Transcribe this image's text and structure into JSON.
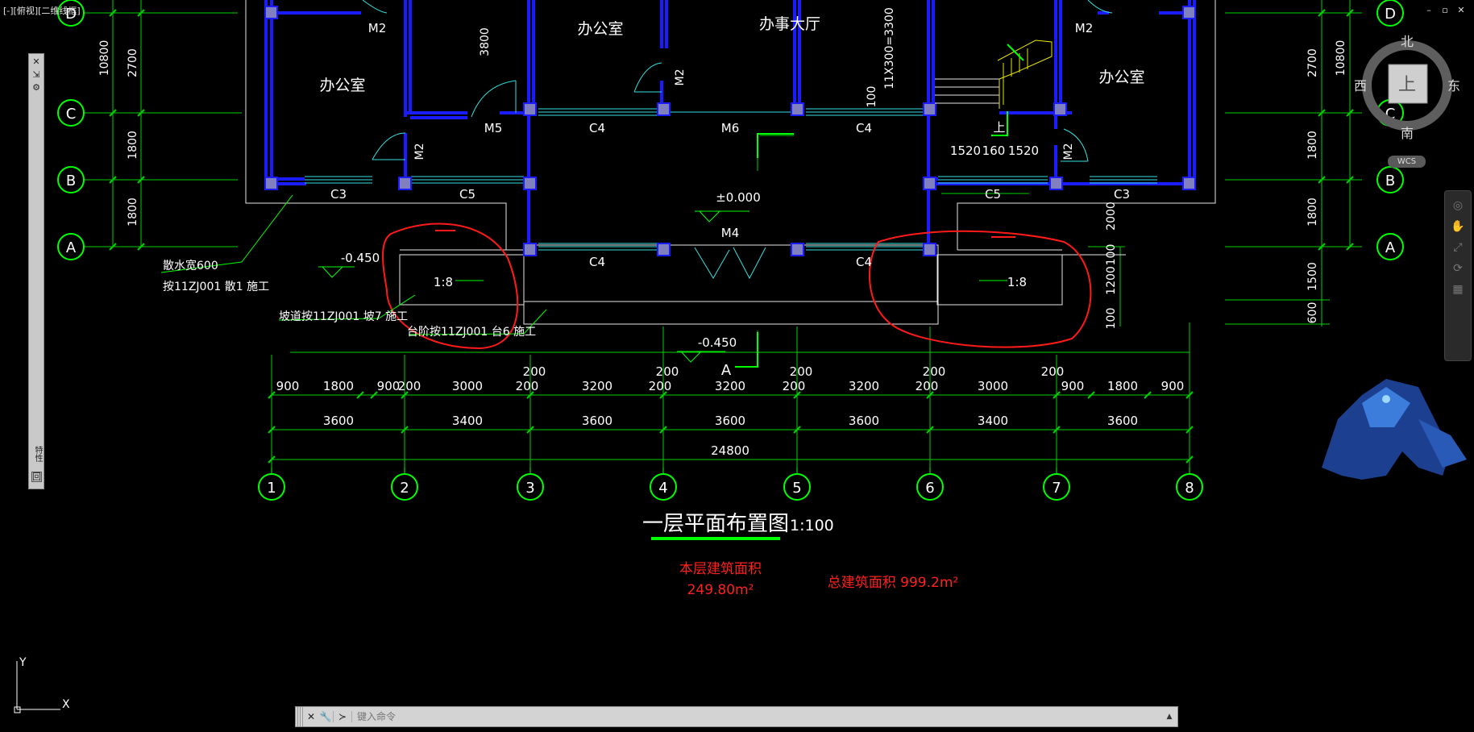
{
  "viewport": {
    "view_label": "[-][俯视][二维线框]",
    "window_controls": [
      "–",
      "▫",
      "✕"
    ]
  },
  "palette": {
    "close": "✕",
    "pin": "⇲",
    "gear": "⚙",
    "title": "特性",
    "bottom": "回"
  },
  "viewcube": {
    "north": "北",
    "south": "南",
    "east": "东",
    "west": "西",
    "face": "上",
    "wcs": "WCS"
  },
  "axes_icon": {
    "x": "X",
    "y": "Y"
  },
  "drawing": {
    "title": "一层平面布置图",
    "scale": "1:100",
    "floor_area_label": "本层建筑面积",
    "floor_area_value": "249.80m²",
    "total_area": "总建筑面积  999.2m²",
    "rooms": [
      "办公室",
      "办事大厅",
      "办公室",
      "办公室"
    ],
    "stair_note": "11X300=3300",
    "stair_up": "上",
    "elev_zero": "±0.000",
    "elev_left": "-0.450",
    "elev_bottom": "-0.450",
    "section_mark": "A",
    "ramp_slope": "1:8",
    "note_apron": "散水宽600",
    "note_apron2": "按11ZJ001 散1 施工",
    "note_ramp": "坡道按11ZJ001 坡7 施工",
    "note_steps": "台阶按11ZJ001 台6 施工",
    "labels_top": [
      "M2",
      "3800",
      "M2",
      "M5",
      "C4",
      "M6",
      "C4",
      "100",
      "M2",
      "M2",
      "M2"
    ],
    "labels_windows": [
      "C3",
      "C5",
      "C5",
      "C3",
      "M4",
      "C4",
      "C4"
    ],
    "stair_dims": [
      "1520",
      "160",
      "1520"
    ],
    "dims_row1": [
      "900",
      "1800",
      "900",
      "200",
      "3000",
      "200",
      "200",
      "3200",
      "200",
      "200",
      "3200",
      "200",
      "200",
      "3200",
      "200",
      "200",
      "3000",
      "200",
      "900",
      "1800",
      "900"
    ],
    "dims_row2": [
      "3600",
      "3400",
      "3600",
      "3600",
      "3600",
      "3400",
      "3600"
    ],
    "dims_total": "24800",
    "axis_numbers": [
      "1",
      "2",
      "3",
      "4",
      "5",
      "6",
      "7",
      "8"
    ],
    "axis_letters": [
      "D",
      "C",
      "B",
      "A"
    ],
    "left_dims": [
      "10800",
      "2700",
      "1800",
      "1800"
    ],
    "right_dims": [
      "10800",
      "2700",
      "1800",
      "1800",
      "1500",
      "600"
    ],
    "right_small_dims": [
      "2000",
      "100",
      "1200",
      "100"
    ]
  },
  "cmdline": {
    "placeholder": "键入命令",
    "close": "✕",
    "tools": "🔧",
    "prompt": "≻",
    "expand": "▲"
  },
  "colors": {
    "background": "#000000",
    "grid": "#00ff00",
    "walls": "#0000ff",
    "columns": "#7f7fbf",
    "annotation_red": "#ff0000"
  }
}
